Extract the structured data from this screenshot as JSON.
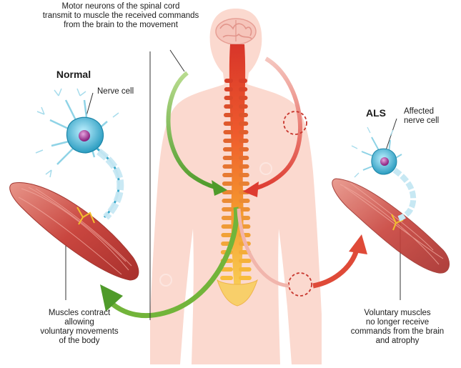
{
  "top_caption": {
    "line1": "Motor neurons of the spinal cord",
    "line2": "transmit to muscle the received commands",
    "line3": "from the brain to the movement"
  },
  "normal": {
    "title": "Normal",
    "nerve_label": "Nerve cell",
    "muscle_caption": {
      "line1": "Muscles contract",
      "line2": "allowing",
      "line3": "voluntary movements",
      "line4": "of the body"
    }
  },
  "als": {
    "title": "ALS",
    "nerve_label": {
      "line1": "Affected",
      "line2": "nerve cell"
    },
    "muscle_caption": {
      "line1": "Voluntary muscles",
      "line2": "no longer receive",
      "line3": "commands from the brain",
      "line4": "and atrophy"
    }
  },
  "colors": {
    "body_silhouette": "#fbd9cf",
    "spine": "#f28c2c",
    "spine_top": "#d8352a",
    "healthy_arrow": "#72b43a",
    "damaged_arrow": "#e04a3a",
    "neuron": "#2ba9c9",
    "nucleus": "#a42b8a",
    "muscle": "#c94a44"
  }
}
